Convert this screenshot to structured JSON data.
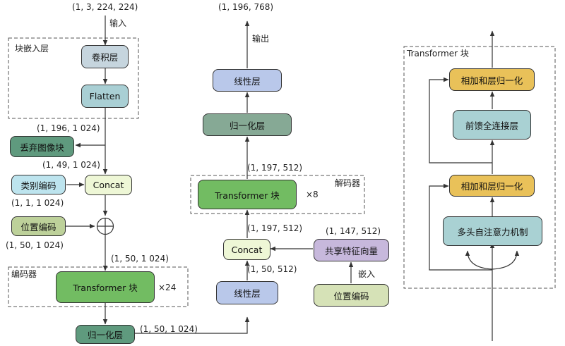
{
  "colors": {
    "gray_blue": "#c6d5de",
    "teal": "#a9cfd4",
    "green_dark": "#5f9a7e",
    "green_bright": "#72bc62",
    "light_cyan": "#bde4ee",
    "cream": "#eef7d6",
    "olive_light": "#bdd19a",
    "lavender_blue": "#b9c8ea",
    "gray_green": "#86a995",
    "lavender": "#c7b8dc",
    "light_olive": "#d6e2b7",
    "yellow": "#e9c159",
    "teal_box": "#a9d1d3",
    "stroke": "#333333"
  },
  "encoder_side": {
    "input_shape": "(1, 3, 224, 224)",
    "input_label": "输入",
    "patch_embed_group": "块嵌入层",
    "conv_layer": "卷积层",
    "flatten": "Flatten",
    "flatten_shape": "(1, 196, 1 024)",
    "discard_patches": "丢弃图像块",
    "discard_shape": "(1, 49, 1 024)",
    "class_token": "类别编码",
    "class_shape": "(1, 1, 1 024)",
    "concat": "Concat",
    "pos_encoding": "位置编码",
    "pos_shape": "(1, 50, 1 024)",
    "after_add_shape": "(1, 50, 1 024)",
    "encoder_group": "编码器",
    "transformer_block": "Transformer 块",
    "repeat": "×24",
    "norm": "归一化层",
    "norm_shape": "(1, 50, 1 024)"
  },
  "decoder_side": {
    "output_shape": "(1, 196, 768)",
    "output_label": "输出",
    "linear_top": "线性层",
    "norm": "归一化层",
    "decoder_shape_top": "(1, 197, 512)",
    "decoder_group": "解码器",
    "transformer_block": "Transformer 块",
    "repeat": "×8",
    "decoder_shape_bottom": "(1, 197, 512)",
    "concat": "Concat",
    "linear_shape": "(1, 50, 512)",
    "linear_bottom": "线性层",
    "mask_shape": "(1, 147, 512)",
    "shared_feature": "共享特征向量",
    "embed_label": "嵌入",
    "pos_encoding": "位置编码"
  },
  "transformer_detail": {
    "title": "Transformer 块",
    "add_norm_top": "相加和层归一化",
    "ffn": "前馈全连接层",
    "add_norm_bottom": "相加和层归一化",
    "mhsa": "多头自注意力机制"
  }
}
